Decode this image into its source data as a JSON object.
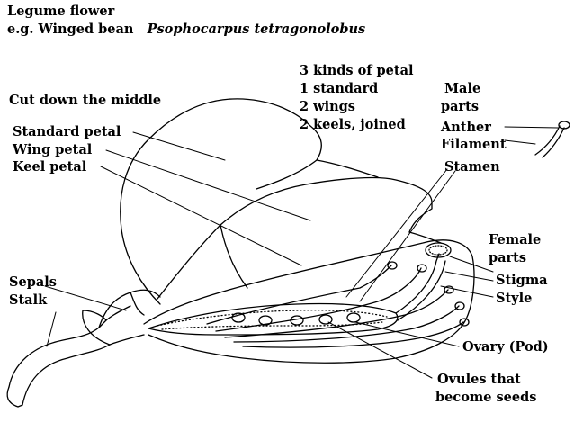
{
  "title": {
    "line1": "Legume flower",
    "line2_prefix": " e.g. Winged bean",
    "line2_species": "Psophocarpus tetragonolobus"
  },
  "petals_note": {
    "heading": "3 kinds of petal",
    "line1": " 1 standard",
    "line2": " 2 wings",
    "line3": " 2 keels, joined"
  },
  "labels": {
    "cut": "Cut down the middle",
    "standard_petal": "Standard petal",
    "wing_petal": "Wing petal",
    "keel_petal": "Keel petal",
    "sepals": "Sepals",
    "stalk": "Stalk",
    "male_line1": "Male",
    "male_line2": "parts",
    "anther": "Anther",
    "filament": "Filament",
    "stamen": "Stamen",
    "female_line1": "Female",
    "female_line2": "parts",
    "stigma": "Stigma",
    "style": "Style",
    "ovary": "Ovary (Pod)",
    "ovules_line1": "Ovules that",
    "ovules_line2": "become seeds"
  },
  "colors": {
    "ink": "#000000",
    "background": "#ffffff"
  }
}
